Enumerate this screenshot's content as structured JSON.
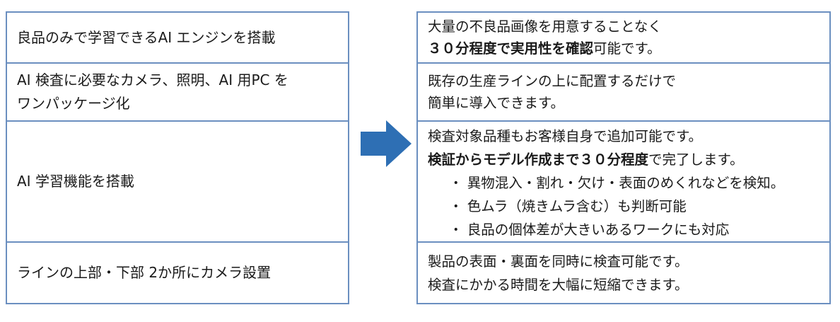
{
  "left": {
    "row1": "良品のみで学習できるAI エンジンを搭載",
    "row2_line1": "AI 検査に必要なカメラ、照明、AI 用PC を",
    "row2_line2": "ワンパッケージ化",
    "row3": "AI 学習機能を搭載",
    "row4": "ラインの上部・下部 2か所にカメラ設置"
  },
  "right": {
    "box1": {
      "line1": "大量の不良品画像を用意することなく",
      "line2_bold": "３０分程度で実用性を確認",
      "line2_normal": "可能です。"
    },
    "box2": {
      "line1": "既存の生産ラインの上に配置するだけで",
      "line2": "簡単に導入できます。"
    },
    "box3": {
      "line1": "検査対象品種もお客様自身で追加可能です。",
      "line2_bold": "検証からモデル作成まで３０分程度",
      "line2_normal": "で完了します。",
      "bullets": [
        "・ 異物混入・割れ・欠け・表面のめくれなどを検知。",
        "・ 色ムラ（焼きムラ含む）も判断可能",
        "・ 良品の個体差が大きいあるワークにも対応"
      ]
    },
    "box4": {
      "line1": "製品の表面・裏面を同時に検査可能です。",
      "line2": "検査にかかる時間を大幅に短縮できます。"
    }
  },
  "colors": {
    "border": "#6b8fc0",
    "arrow": "#2e6fb4"
  },
  "icons": {
    "arrow": "right-arrow-icon"
  }
}
